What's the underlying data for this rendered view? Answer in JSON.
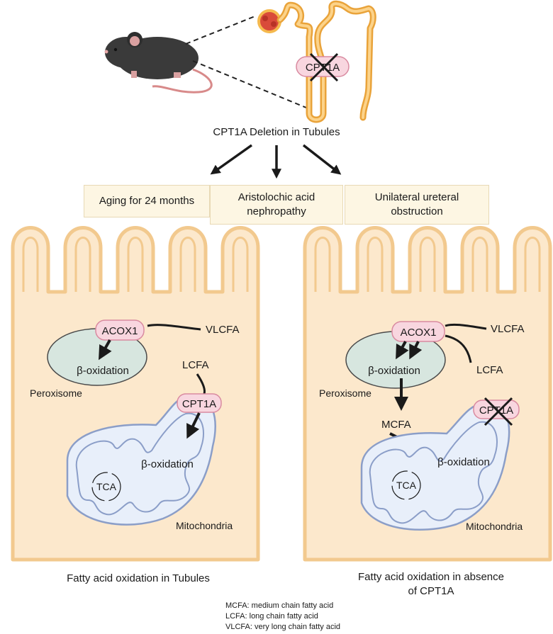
{
  "header": {
    "kidney_label": "CPT1A",
    "deletion_title": "CPT1A Deletion in Tubules"
  },
  "conditions": [
    {
      "label": "Aging for 24 months"
    },
    {
      "label": "Aristolochic acid nephropathy"
    },
    {
      "label": "Unilateral ureteral obstruction"
    }
  ],
  "left_cell": {
    "enzyme_peroxisome": "ACOX1",
    "substrate_1": "VLCFA",
    "peroxisome_process": "β-oxidation",
    "peroxisome_label": "Peroxisome",
    "substrate_2": "LCFA",
    "enzyme_mito": "CPT1A",
    "mito_process": "β-oxidation",
    "cycle": "TCA",
    "mito_label": "Mitochondria",
    "caption": "Fatty acid oxidation in Tubules"
  },
  "right_cell": {
    "enzyme_peroxisome": "ACOX1",
    "substrate_1": "VLCFA",
    "substrate_2": "LCFA",
    "peroxisome_process": "β-oxidation",
    "peroxisome_label": "Peroxisome",
    "product": "MCFA",
    "enzyme_mito": "CPT1A",
    "mito_process": "β-oxidation",
    "cycle": "TCA",
    "mito_label": "Mitochondria",
    "caption_line1": "Fatty acid oxidation in absence",
    "caption_line2": "of CPT1A"
  },
  "legend": [
    "MCFA: medium chain fatty acid",
    "LCFA: long chain fatty acid",
    "VLCFA: very long chain fatty acid"
  ],
  "colors": {
    "cell_fill": "#fce8cc",
    "cell_stroke": "#f2c98e",
    "peroxisome_fill": "#d7e6df",
    "mito_fill": "#e8effa",
    "mito_stroke": "#8b9ec8",
    "enzyme_fill": "#f8d6df",
    "enzyme_stroke": "#d98aa0",
    "box_fill": "#fdf6e3",
    "tubule": "#f5b94e"
  }
}
